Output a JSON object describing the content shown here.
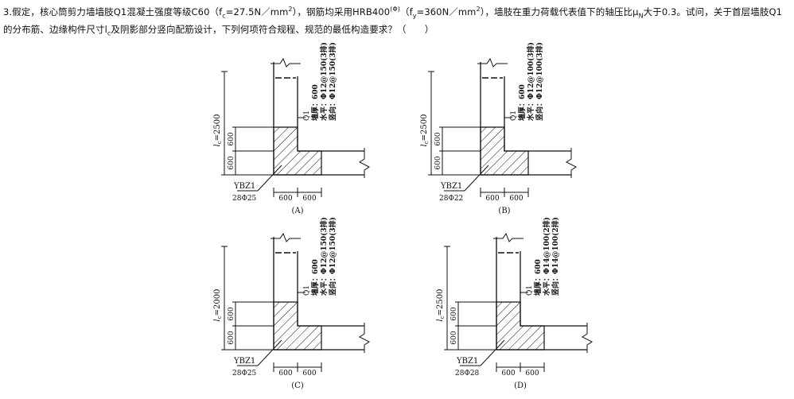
{
  "question": {
    "part1": "3.假定，核心筒剪力墙墙肢Q1混凝土强度等级C60（f",
    "sub_c": "c",
    "part2": "=27.5N／mm",
    "sup_2a": "2",
    "part3": "），钢筋均采用HRB400",
    "sup_bar": "(Φ)",
    "part4": "（f",
    "sub_y": "y",
    "part5": "=360N／mm",
    "sup_2b": "2",
    "part6": "），墙肢在重力荷载代表值下的轴压比μ",
    "sub_n": "N",
    "part7": "大于0.3。试问，关于首层墙肢Q1的分布筋、边缘构件尺寸l",
    "sub_c2": "c",
    "part8": "及阴影部分竖向配筋设计，下列何项符合规程、规范的最低构造要求？（　　）"
  },
  "options": [
    {
      "label": "(A)",
      "lc": "l",
      "lc_sub": "c",
      "lc_value": "=2500",
      "dim_top": "600",
      "dim_bottom": "600",
      "dim_left": "600",
      "dim_right": "600",
      "q_name": "Q1",
      "thickness": "墙厚：600",
      "horizontal": "水平：Φ12@150(3排)",
      "vertical": "竖向：Φ12@150(3排)",
      "ybz_name": "YBZ1",
      "ybz_bars": "28Φ25"
    },
    {
      "label": "(B)",
      "lc": "l",
      "lc_sub": "c",
      "lc_value": "=2500",
      "dim_top": "600",
      "dim_bottom": "600",
      "dim_left": "600",
      "dim_right": "600",
      "q_name": "Q1",
      "thickness": "墙厚：600",
      "horizontal": "水平：Φ12@100(3排)",
      "vertical": "竖向：Φ12@100(3排)",
      "ybz_name": "YBZ1",
      "ybz_bars": "28Φ22"
    },
    {
      "label": "(C)",
      "lc": "l",
      "lc_sub": "c",
      "lc_value": "=2000",
      "dim_top": "600",
      "dim_bottom": "600",
      "dim_left": "600",
      "dim_right": "600",
      "q_name": "Q1",
      "thickness": "墙厚：600",
      "horizontal": "水平：Φ12@150(3排)",
      "vertical": "竖向：Φ12@150(3排)",
      "ybz_name": "YBZ1",
      "ybz_bars": "28Φ25"
    },
    {
      "label": "(D)",
      "lc": "l",
      "lc_sub": "c",
      "lc_value": "=2500",
      "dim_top": "600",
      "dim_bottom": "600",
      "dim_left": "600",
      "dim_right": "600",
      "q_name": "Q1",
      "thickness": "墙厚：600",
      "horizontal": "水平：Φ14@100(2排)",
      "vertical": "竖向：Φ14@100(2排)",
      "ybz_name": "YBZ1",
      "ybz_bars": "28Φ28"
    }
  ]
}
